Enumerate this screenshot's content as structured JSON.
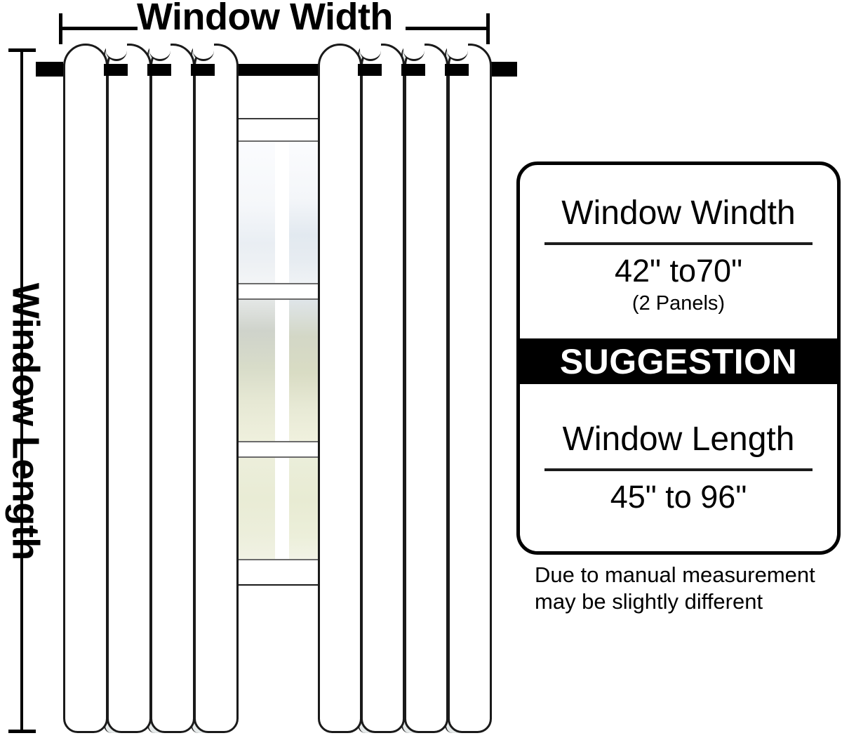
{
  "diagram": {
    "width_dimension_label": "Window Width",
    "length_dimension_label": "Window Length"
  },
  "suggestion_card": {
    "banner_label": "SUGGESTION",
    "width_section": {
      "title": "Window Windth",
      "value": "42\" to70\"",
      "sub": "(2 Panels)"
    },
    "length_section": {
      "title": "Window Length",
      "value": "45\" to 96\""
    }
  },
  "note": {
    "line1": "Due to manual measurement",
    "line2": "may be slightly different"
  },
  "colors": {
    "ink": "#000000",
    "curtain_fill": "#ffffff",
    "curtain_gore": "#e6eaea",
    "rod": "#000000",
    "glass_sky": "#eef1f5",
    "glass_foliage": "#d6dac8",
    "glass_grass": "#ebeed9"
  },
  "parts": {
    "rod": "curtain-rod",
    "finial_left": "rod-finial-left",
    "finial_right": "rod-finial-right",
    "curtain_left": "curtain-panel-left",
    "curtain_right": "curtain-panel-right",
    "window": "window-behind-curtains"
  }
}
